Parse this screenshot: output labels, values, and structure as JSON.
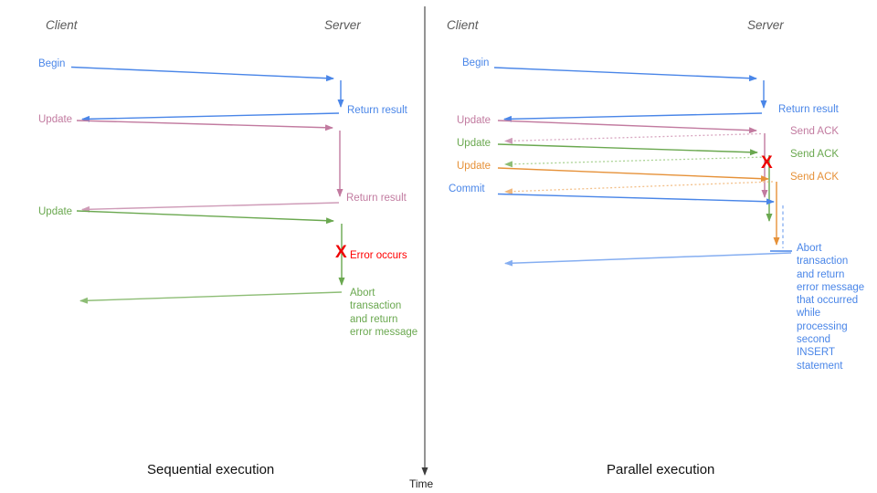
{
  "colors": {
    "blue": "#4a86e8",
    "blue_light": "#85aef1",
    "pink": "#c27ba0",
    "pink_light": "#d9a9c2",
    "green": "#6aa84f",
    "green_light": "#9ccb84",
    "orange": "#e69138",
    "orange_light": "#f3c08a",
    "red_mark": "#ee0000",
    "red_text": "#ff0000",
    "header_gray": "#595959",
    "axis_dark": "#3d3d3d"
  },
  "left_panel": {
    "client_header": "Client",
    "server_header": "Server",
    "begin_label": "Begin",
    "return_result_1": "Return result",
    "update_1": "Update",
    "return_result_2": "Return result",
    "update_2": "Update",
    "error_mark": "X",
    "error_label": "Error occurs",
    "abort_message": "Abort\ntransaction\nand return\nerror message",
    "caption": "Sequential execution"
  },
  "right_panel": {
    "client_header": "Client",
    "server_header": "Server",
    "begin_label": "Begin",
    "return_result": "Return result",
    "update_1": "Update",
    "send_ack_1": "Send ACK",
    "update_2": "Update",
    "send_ack_2": "Send ACK",
    "update_3": "Update",
    "send_ack_3": "Send ACK",
    "commit_label": "Commit",
    "error_mark": "X",
    "abort_message": "Abort\ntransaction\nand return\nerror message\nthat occurred\nwhile\nprocessing\nsecond\nINSERT\nstatement",
    "caption": "Parallel execution"
  },
  "time_axis": {
    "label": "Time"
  }
}
